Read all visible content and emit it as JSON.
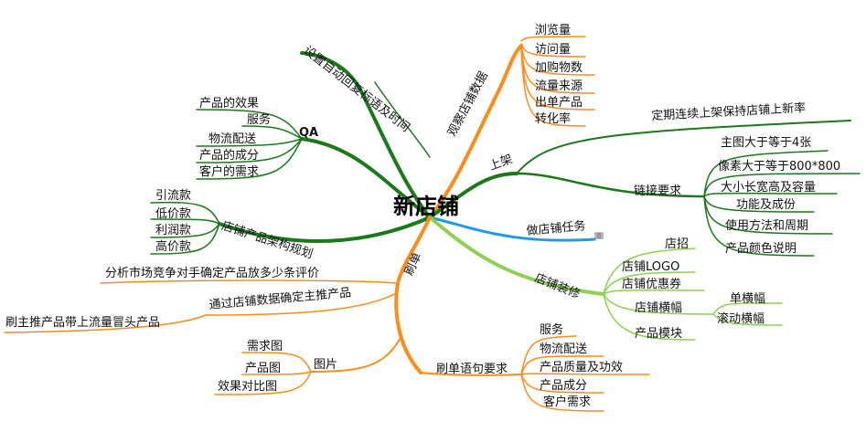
{
  "colors": {
    "darkgreen": "#1a7a1a",
    "orange": "#ff8c1a",
    "blue": "#1e9be8",
    "lightgreen": "#8fd14f",
    "grey": "#9a9a9a"
  },
  "center": {
    "title": "新店铺"
  },
  "branches": {
    "auto_reply": {
      "label": "设置自动回复标语及时间"
    },
    "observe": {
      "label": "观察店铺数据",
      "items": [
        "浏览量",
        "访问量",
        "加购物数",
        "流量来源",
        "出单产品",
        "转化率"
      ]
    },
    "shelf": {
      "label": "上架",
      "sub1": "定期连续上架保持店铺上新率",
      "link": {
        "label": "链接要求",
        "items": [
          "主图大于等于4张",
          "像素大于等于800*800",
          "大小长宽高及容量",
          "功能及成份",
          "使用方法和周期",
          "产品颜色说明"
        ]
      }
    },
    "tasks": {
      "label": "做店铺任务"
    },
    "decor": {
      "label": "店铺装修",
      "items": [
        "店招",
        "店铺LOGO",
        "店铺优惠券",
        "店铺横幅",
        "产品模块"
      ],
      "banner_items": [
        "单横幅",
        "滚动横幅"
      ]
    },
    "qa": {
      "label": "QA",
      "items": [
        "产品的效果",
        "服务",
        "物流配送",
        "产品的成分",
        "客户的需求"
      ]
    },
    "structure": {
      "label": "店铺产品架构规划",
      "items": [
        "引流款",
        "低价款",
        "利润款",
        "高价款"
      ]
    },
    "brush": {
      "label": "刷单",
      "sub1": "分析市场竞争对手确定产品放多少条评价",
      "sub2": "通过店铺数据确定主推产品",
      "sub2_child": "刷主推产品带上流量冒头产品",
      "pic": {
        "label": "图片",
        "items": [
          "需求图",
          "产品图",
          "效果对比图"
        ]
      },
      "phrase": {
        "label": "刷单语句要求",
        "items": [
          "服务",
          "物流配送",
          "产品质量及功效",
          "产品成分",
          "客户需求"
        ]
      }
    }
  }
}
